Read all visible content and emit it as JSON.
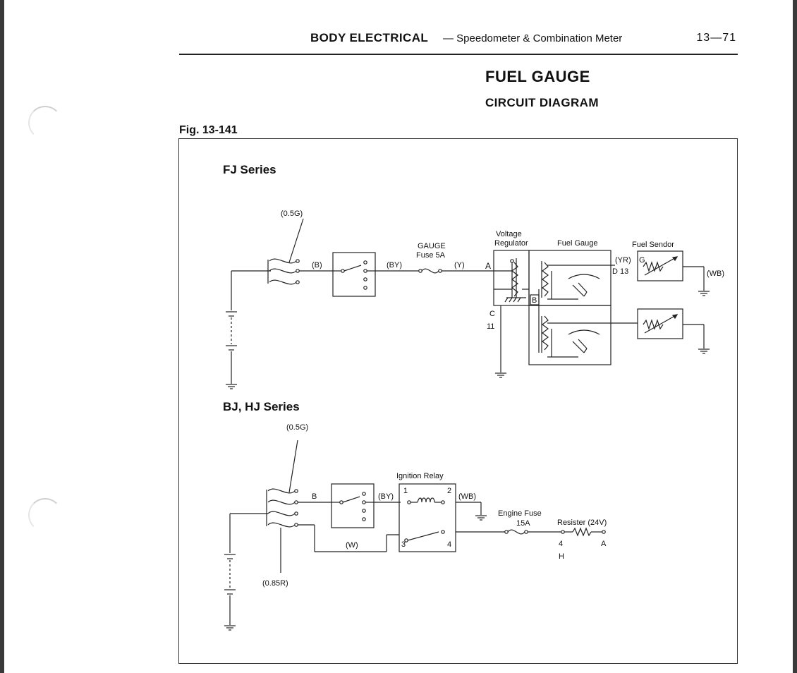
{
  "header": {
    "section": "BODY ELECTRICAL",
    "subsection": "— Speedometer & Combination Meter",
    "page_number": "13—71"
  },
  "title": "FUEL GAUGE",
  "subtitle": "CIRCUIT DIAGRAM",
  "figure_label": "Fig. 13-141",
  "fj": {
    "series_title": "FJ Series",
    "wire_05g": "(0.5G)",
    "wire_b": "(B)",
    "wire_by": "(BY)",
    "gauge_fuse_1": "GAUGE",
    "gauge_fuse_2": "Fuse 5A",
    "wire_y": "(Y)",
    "term_a": "A",
    "voltage_regulator_1": "Voltage",
    "voltage_regulator_2": "Regulator",
    "fuel_gauge": "Fuel Gauge",
    "fuel_sendor": "Fuel Sendor",
    "wire_yr": "(YR)",
    "term_g": "G",
    "term_d13": "D 13",
    "wire_wb": "(WB)",
    "term_b": "B",
    "term_c": "C",
    "term_11": "11"
  },
  "bj": {
    "series_title": "BJ, HJ Series",
    "wire_05g": "(0.5G)",
    "wire_b": "B",
    "wire_by": "(BY)",
    "ignition_relay": "Ignition Relay",
    "relay_1": "1",
    "relay_2": "2",
    "relay_3": "3",
    "relay_4": "4",
    "wire_wb": "(WB)",
    "wire_w": "(W)",
    "engine_fuse_1": "Engine Fuse",
    "engine_fuse_2": "15A",
    "resister": "Resister (24V)",
    "term_4": "4",
    "term_a": "A",
    "term_h": "H",
    "wire_085r": "(0.85R)"
  }
}
